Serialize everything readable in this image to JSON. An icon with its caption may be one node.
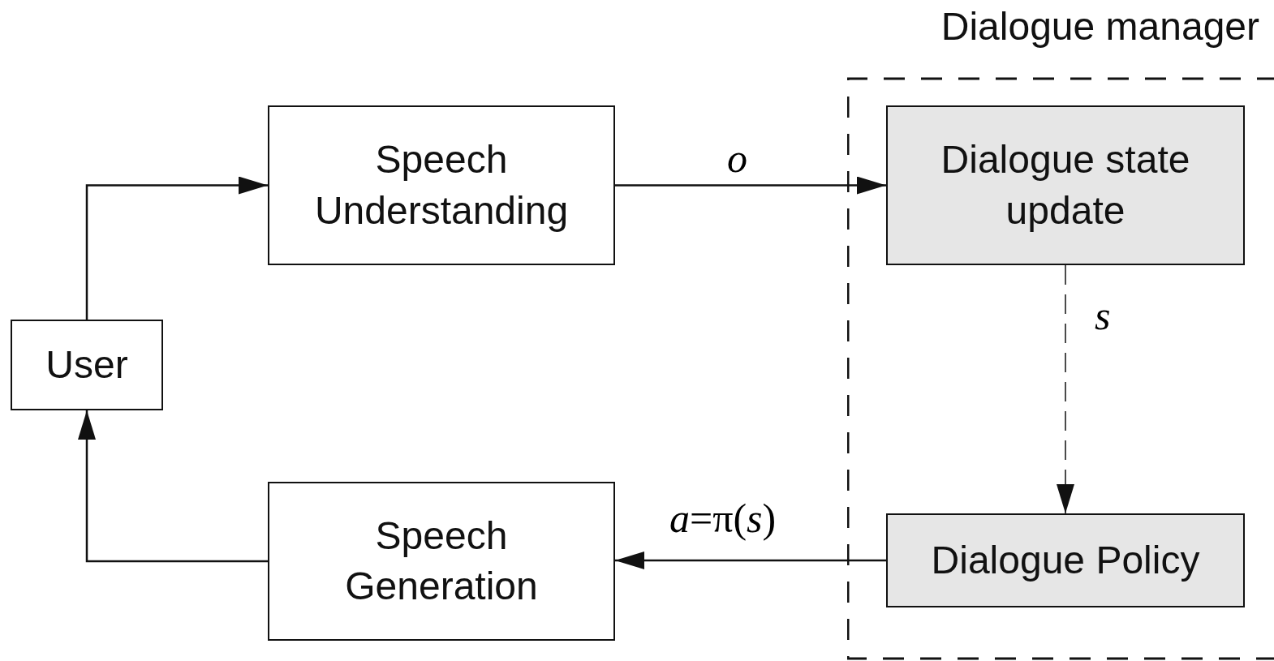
{
  "diagram": {
    "nodes": [
      {
        "text": [
          "Dialogue manager"
        ]
      },
      {
        "text": [
          "User"
        ]
      },
      {
        "text": [
          "Speech Understanding"
        ]
      },
      {
        "text": [
          "Dialogue state update"
        ],
        "in": 0
      },
      {
        "text": [
          "Dialogue Policy"
        ],
        "in": 0
      },
      {
        "text": [
          "Speech Generation"
        ]
      }
    ],
    "edges": [
      {
        "from": 1,
        "to": 2,
        "arrow": "to"
      },
      {
        "from": 2,
        "to": 3,
        "arrow": "to",
        "label": "o"
      },
      {
        "from": 3,
        "to": 4,
        "arrow": "to",
        "label": "s",
        "style": "dashed"
      },
      {
        "from": 4,
        "to": 5,
        "arrow": "to",
        "label": "*a*=π(*s*)"
      },
      {
        "from": 5,
        "to": 1,
        "arrow": "to"
      }
    ]
  }
}
